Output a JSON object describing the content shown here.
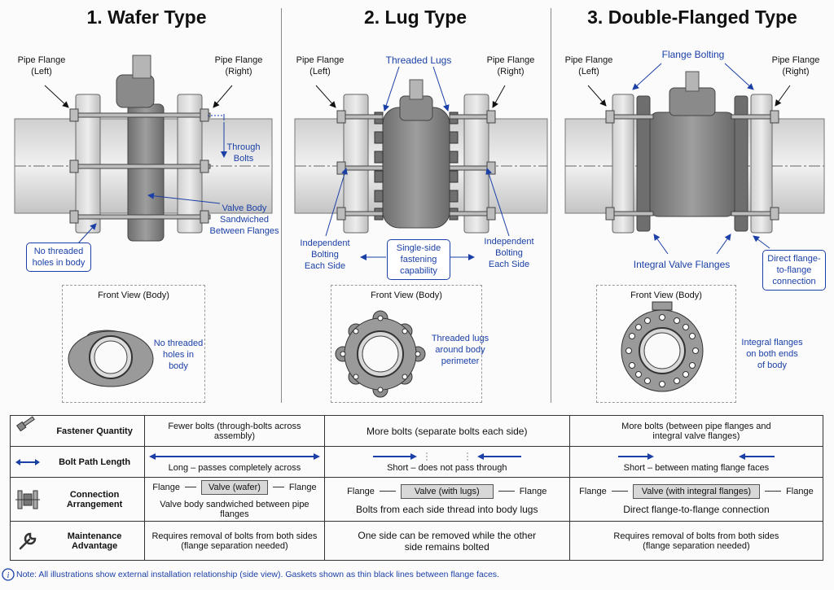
{
  "panels": {
    "wafer": {
      "title": "1. Wafer Type",
      "pipe_left": "Pipe Flange\n(Left)",
      "pipe_right": "Pipe Flange\n(Right)",
      "through_bolts": "Through\nBolts",
      "sandwiched": "Valve Body\nSandwiched\nBetween Flanges",
      "no_threaded_box": "No threaded\nholes in body",
      "front_view": "Front View (Body)",
      "front_note": "No threaded\nholes in body"
    },
    "lug": {
      "title": "2. Lug Type",
      "pipe_left": "Pipe Flange\n(Left)",
      "pipe_right": "Pipe Flange\n(Right)",
      "threaded_lugs": "Threaded Lugs",
      "indep_left": "Independent\nBolting\nEach Side",
      "indep_right": "Independent\nBolting\nEach Side",
      "single_side": "Single-side\nfastening\ncapability",
      "front_view": "Front View (Body)",
      "front_note": "Threaded lugs\naround body\nperimeter"
    },
    "double": {
      "title": "3. Double-Flanged Type",
      "pipe_left": "Pipe Flange\n(Left)",
      "pipe_right": "Pipe Flange\n(Right)",
      "flange_bolting": "Flange Bolting",
      "integral": "Integral Valve Flanges",
      "direct": "Direct flange-\nto-flange\nconnection",
      "front_view": "Front View (Body)",
      "front_note": "Integral flanges\non both ends\nof body"
    }
  },
  "table": {
    "rows": [
      {
        "header": "Fastener Quantity",
        "icon": "bolt-icon",
        "cells": [
          "Fewer bolts (through-bolts across assembly)",
          "More bolts (separate bolts each side)",
          "More bolts (between pipe flanges and\nintegral valve flanges)"
        ]
      },
      {
        "header": "Bolt Path Length",
        "icon": "double-arrow-icon",
        "cells": [
          "Long – passes completely across",
          "Short – does not pass through",
          "Short – between mating flange faces"
        ]
      },
      {
        "header": "Connection\nArrangement",
        "icon": "flange-assembly-icon",
        "flange_label": "Flange",
        "chips": [
          "Valve (wafer)",
          "Valve (with lugs)",
          "Valve (with integral flanges)"
        ],
        "cells": [
          "Valve body sandwiched between pipe flanges",
          "Bolts from each side thread into body lugs",
          "Direct flange-to-flange connection"
        ]
      },
      {
        "header": "Maintenance\nAdvantage",
        "icon": "wrench-icon",
        "cells": [
          "Requires removal of bolts from both sides\n(flange separation needed)",
          "One side can be removed while the other\nside remains bolted",
          "Requires removal of bolts from both sides\n(flange separation needed)"
        ]
      }
    ]
  },
  "note": "Note: All illustrations show external installation relationship (side view). Gaskets shown as thin black lines between flange faces.",
  "colors": {
    "accent": "#1a3fa6",
    "metal": "#9a9a9a",
    "pipe": "#e2e2e2"
  }
}
